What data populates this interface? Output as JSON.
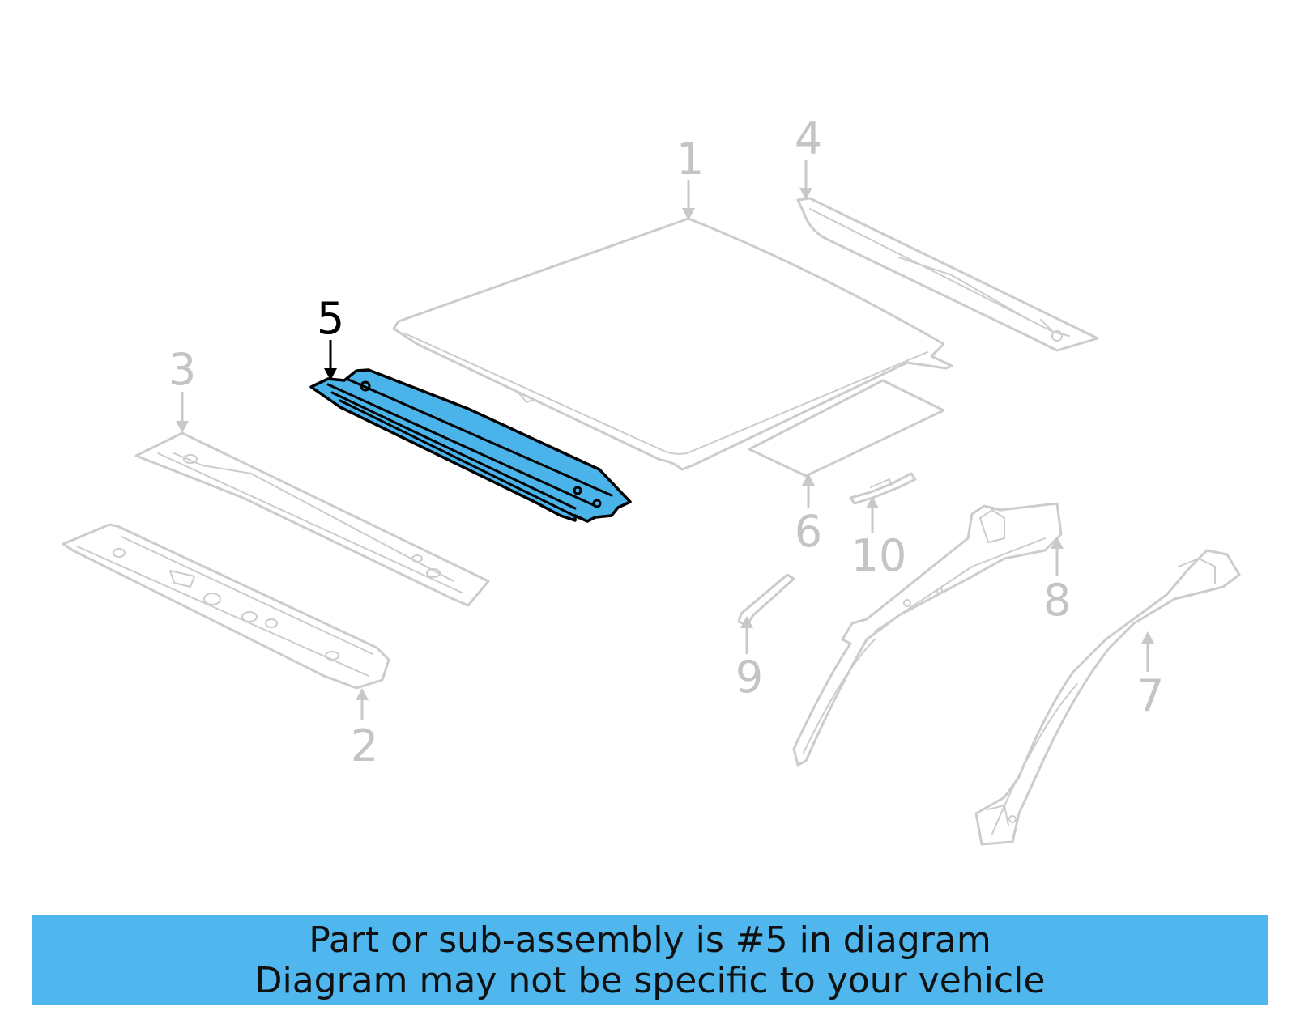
{
  "callouts": {
    "c1": "1",
    "c2": "2",
    "c3": "3",
    "c4": "4",
    "c5": "5",
    "c6": "6",
    "c7": "7",
    "c8": "8",
    "c9": "9",
    "c10": "10"
  },
  "highlighted_part": "5",
  "colors": {
    "highlight_fill": "#4ab3ea",
    "banner_background": "#4fb7ee",
    "inactive_lines": "#cccccc"
  },
  "banner": {
    "line1": "Part or sub-assembly is #5 in diagram",
    "line2": "Diagram may not be specific to your vehicle"
  }
}
